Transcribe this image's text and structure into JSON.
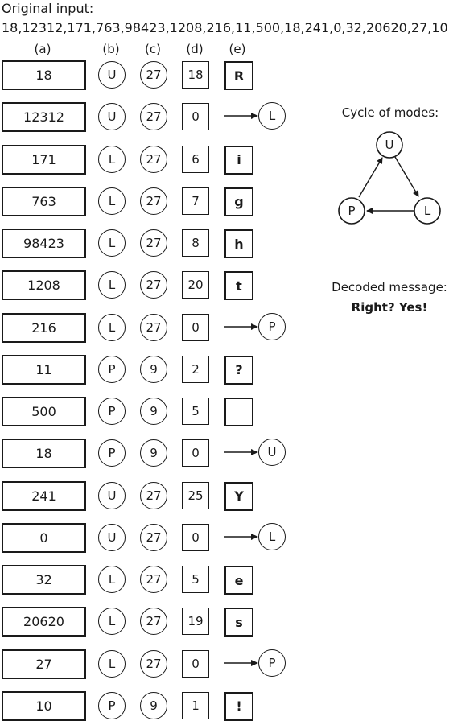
{
  "header": {
    "title": "Original input:",
    "input": "18,12312,171,763,98423,1208,216,11,500,18,241,0,32,20620,27,10"
  },
  "columns": [
    "(a)",
    "(b)",
    "(c)",
    "(d)",
    "(e)"
  ],
  "rows": [
    {
      "a": "18",
      "b": "U",
      "c": "27",
      "d": "18",
      "e": "R",
      "switch": ""
    },
    {
      "a": "12312",
      "b": "U",
      "c": "27",
      "d": "0",
      "e": "",
      "switch": "L"
    },
    {
      "a": "171",
      "b": "L",
      "c": "27",
      "d": "6",
      "e": "i",
      "switch": ""
    },
    {
      "a": "763",
      "b": "L",
      "c": "27",
      "d": "7",
      "e": "g",
      "switch": ""
    },
    {
      "a": "98423",
      "b": "L",
      "c": "27",
      "d": "8",
      "e": "h",
      "switch": ""
    },
    {
      "a": "1208",
      "b": "L",
      "c": "27",
      "d": "20",
      "e": "t",
      "switch": ""
    },
    {
      "a": "216",
      "b": "L",
      "c": "27",
      "d": "0",
      "e": "",
      "switch": "P"
    },
    {
      "a": "11",
      "b": "P",
      "c": "9",
      "d": "2",
      "e": "?",
      "switch": ""
    },
    {
      "a": "500",
      "b": "P",
      "c": "9",
      "d": "5",
      "e": " ",
      "switch": ""
    },
    {
      "a": "18",
      "b": "P",
      "c": "9",
      "d": "0",
      "e": "",
      "switch": "U"
    },
    {
      "a": "241",
      "b": "U",
      "c": "27",
      "d": "25",
      "e": "Y",
      "switch": ""
    },
    {
      "a": "0",
      "b": "U",
      "c": "27",
      "d": "0",
      "e": "",
      "switch": "L"
    },
    {
      "a": "32",
      "b": "L",
      "c": "27",
      "d": "5",
      "e": "e",
      "switch": ""
    },
    {
      "a": "20620",
      "b": "L",
      "c": "27",
      "d": "19",
      "e": "s",
      "switch": ""
    },
    {
      "a": "27",
      "b": "L",
      "c": "27",
      "d": "0",
      "e": "",
      "switch": "P"
    },
    {
      "a": "10",
      "b": "P",
      "c": "9",
      "d": "1",
      "e": "!",
      "switch": ""
    }
  ],
  "cycle": {
    "title": "Cycle of modes:",
    "modes": [
      "U",
      "L",
      "P"
    ]
  },
  "decoded": {
    "title": "Decoded message:",
    "message": "Right? Yes!"
  }
}
